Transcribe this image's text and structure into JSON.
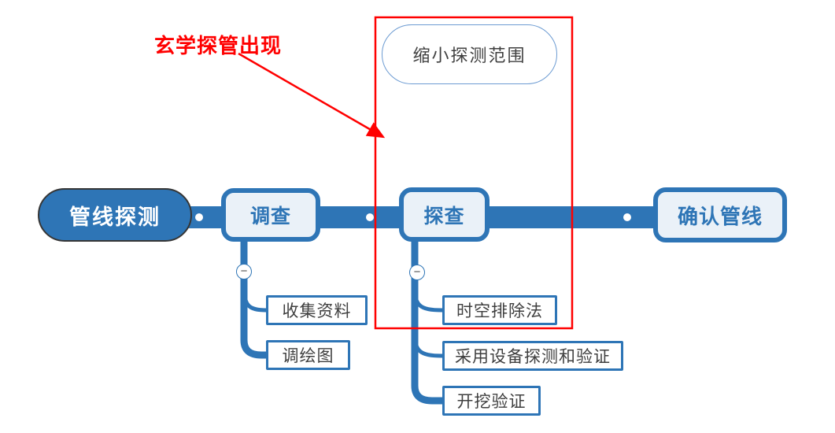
{
  "colors": {
    "primary_blue": "#2E75B6",
    "topic_fill_light": "#EAF1F8",
    "root_outline_dark": "#363636",
    "subtopic_text": "#3F3F3F",
    "bubble_border": "#6C9BD2",
    "annotation_red": "#FF0000"
  },
  "annotation": {
    "label": "玄学探管出现"
  },
  "floating_topic": {
    "label": "缩小探测范围"
  },
  "mindmap": {
    "root": {
      "label": "管线探测"
    },
    "topics": [
      {
        "label": "调查",
        "children": [
          {
            "label": "收集资料"
          },
          {
            "label": "调绘图"
          }
        ]
      },
      {
        "label": "探查",
        "children": [
          {
            "label": "时空排除法"
          },
          {
            "label": "采用设备探测和验证"
          },
          {
            "label": "开挖验证"
          }
        ]
      },
      {
        "label": "确认管线",
        "children": []
      }
    ]
  },
  "icons": {
    "collapse": "−"
  }
}
